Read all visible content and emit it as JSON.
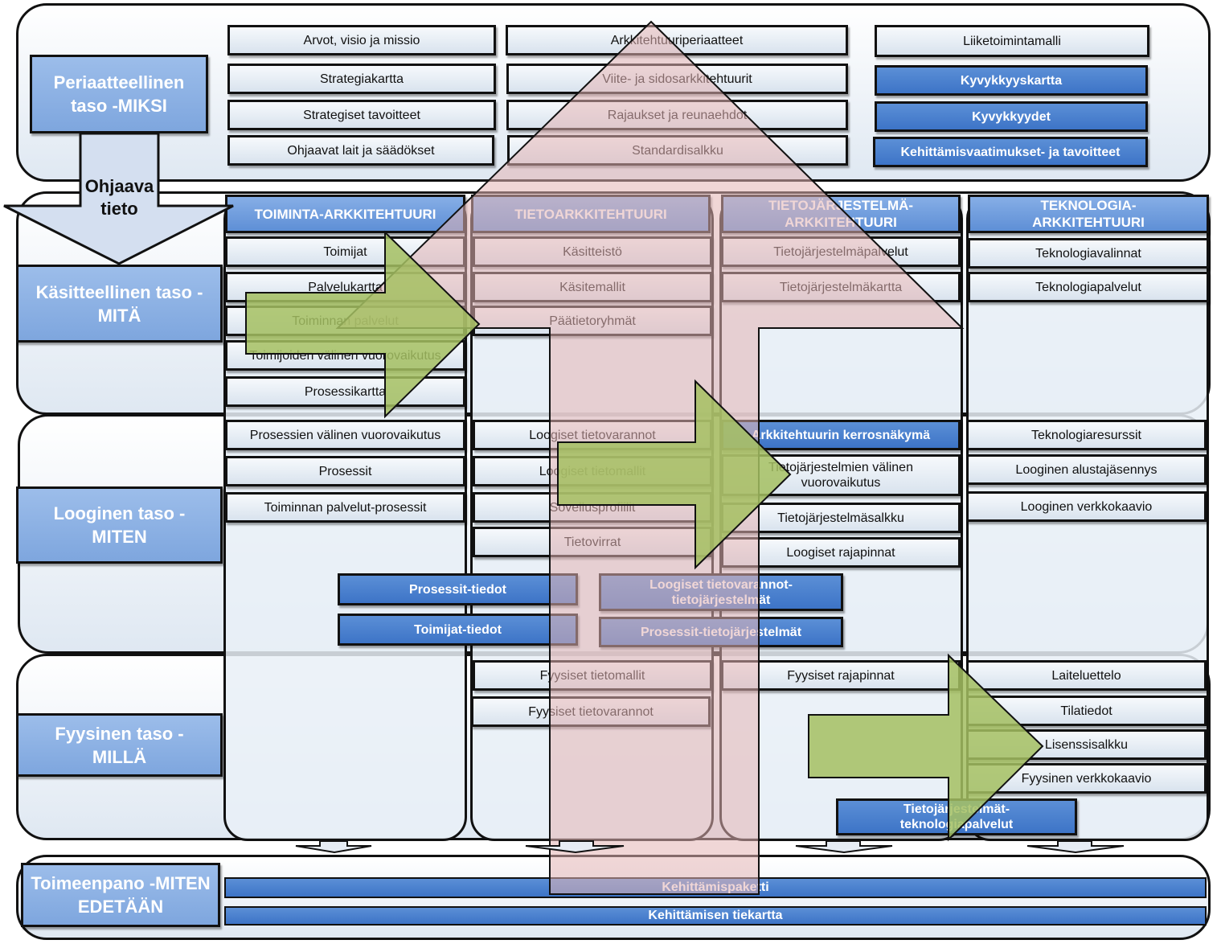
{
  "levels": {
    "principle": "Periaatteellinen taso -MIKSI",
    "conceptual": "Käsitteellinen taso - MITÄ",
    "logical": "Looginen taso - MITEN",
    "physical": "Fyysinen taso - MILLÄ",
    "implementation": "Toimeenpano -MITEN EDETÄÄN"
  },
  "guiding_info": "Ohjaava tieto",
  "principle_items": {
    "col1": [
      "Arvot, visio ja missio",
      "Strategiakartta",
      "Strategiset tavoitteet",
      "Ohjaavat lait ja säädökset"
    ],
    "col2": [
      "Arkkitehtuuriperiaatteet",
      "Viite- ja sidosarkkitehtuurit",
      "Rajaukset ja reunaehdot",
      "Standardisalkku"
    ],
    "col3": [
      "Liiketoimintamalli",
      "Kyvykkyyskartta",
      "Kyvykkyydet",
      "Kehittämisvaatimukset- ja tavoitteet"
    ]
  },
  "columns": {
    "business": "TOIMINTA-ARKKITEHTUURI",
    "information": "TIETOARKKITEHTUURI",
    "systems": "TIETOJÄRJESTELMÄ-ARKKITEHTUURI",
    "technology": "TEKNOLOGIA-ARKKITEHTUURI"
  },
  "business": {
    "conceptual": [
      "Toimijat",
      "Palvelukartta",
      "Toiminnan palvelut",
      "Toimijoiden välinen vuorovaikutus",
      "Prosessikartta"
    ],
    "logical": [
      "Prosessien välinen vuorovaikutus",
      "Prosessit",
      "Toiminnan palvelut-prosessit"
    ]
  },
  "information": {
    "conceptual": [
      "Käsitteistö",
      "Käsitemallit",
      "Päätietoryhmät"
    ],
    "logical": [
      "Loogiset tietovarannot",
      "Loogiset tietomallit",
      "Sovellusprofiilit",
      "Tietovirrat"
    ],
    "physical": [
      "Fyysiset tietomallit",
      "Fyysiset tietovarannot"
    ]
  },
  "systems": {
    "conceptual": [
      "Tietojärjestelmäpalvelut",
      "Tietojärjestelmäkartta"
    ],
    "logical": [
      "Arkkitehtuurin kerrosnäkymä",
      "Tietojärjestelmien välinen vuorovaikutus",
      "Tietojärjestelmäsalkku",
      "Loogiset rajapinnat"
    ],
    "physical": [
      "Fyysiset rajapinnat"
    ]
  },
  "technology": {
    "conceptual": [
      "Teknologiavalinnat",
      "Teknologiapalvelut"
    ],
    "logical": [
      "Teknologiaresurssit",
      "Looginen alustajäsennys",
      "Looginen verkkokaavio"
    ],
    "physical": [
      "Laiteluettelo",
      "Tilatiedot",
      "Lisenssisalkku",
      "Fyysinen verkkokaavio"
    ]
  },
  "cross_links": {
    "process_info": "Prosessit-tiedot",
    "actor_info": "Toimijat-tiedot",
    "data_systems": "Loogiset tietovarannot-tietojärjestelmät",
    "process_systems": "Prosessit-tietojärjestelmät",
    "systems_tech": "Tietojärjestelmät-teknologiapalvelut"
  },
  "implementation_bars": [
    "Kehittämispaketti",
    "Kehittämisen tiekartta"
  ],
  "colors": {
    "box_light": "#dbe5f0",
    "box_blue": "#4a7fcf",
    "level_blue": "#8fb3e6",
    "green_arrow": "#a9c46b",
    "pink_arrow": "#e9c7c7"
  }
}
